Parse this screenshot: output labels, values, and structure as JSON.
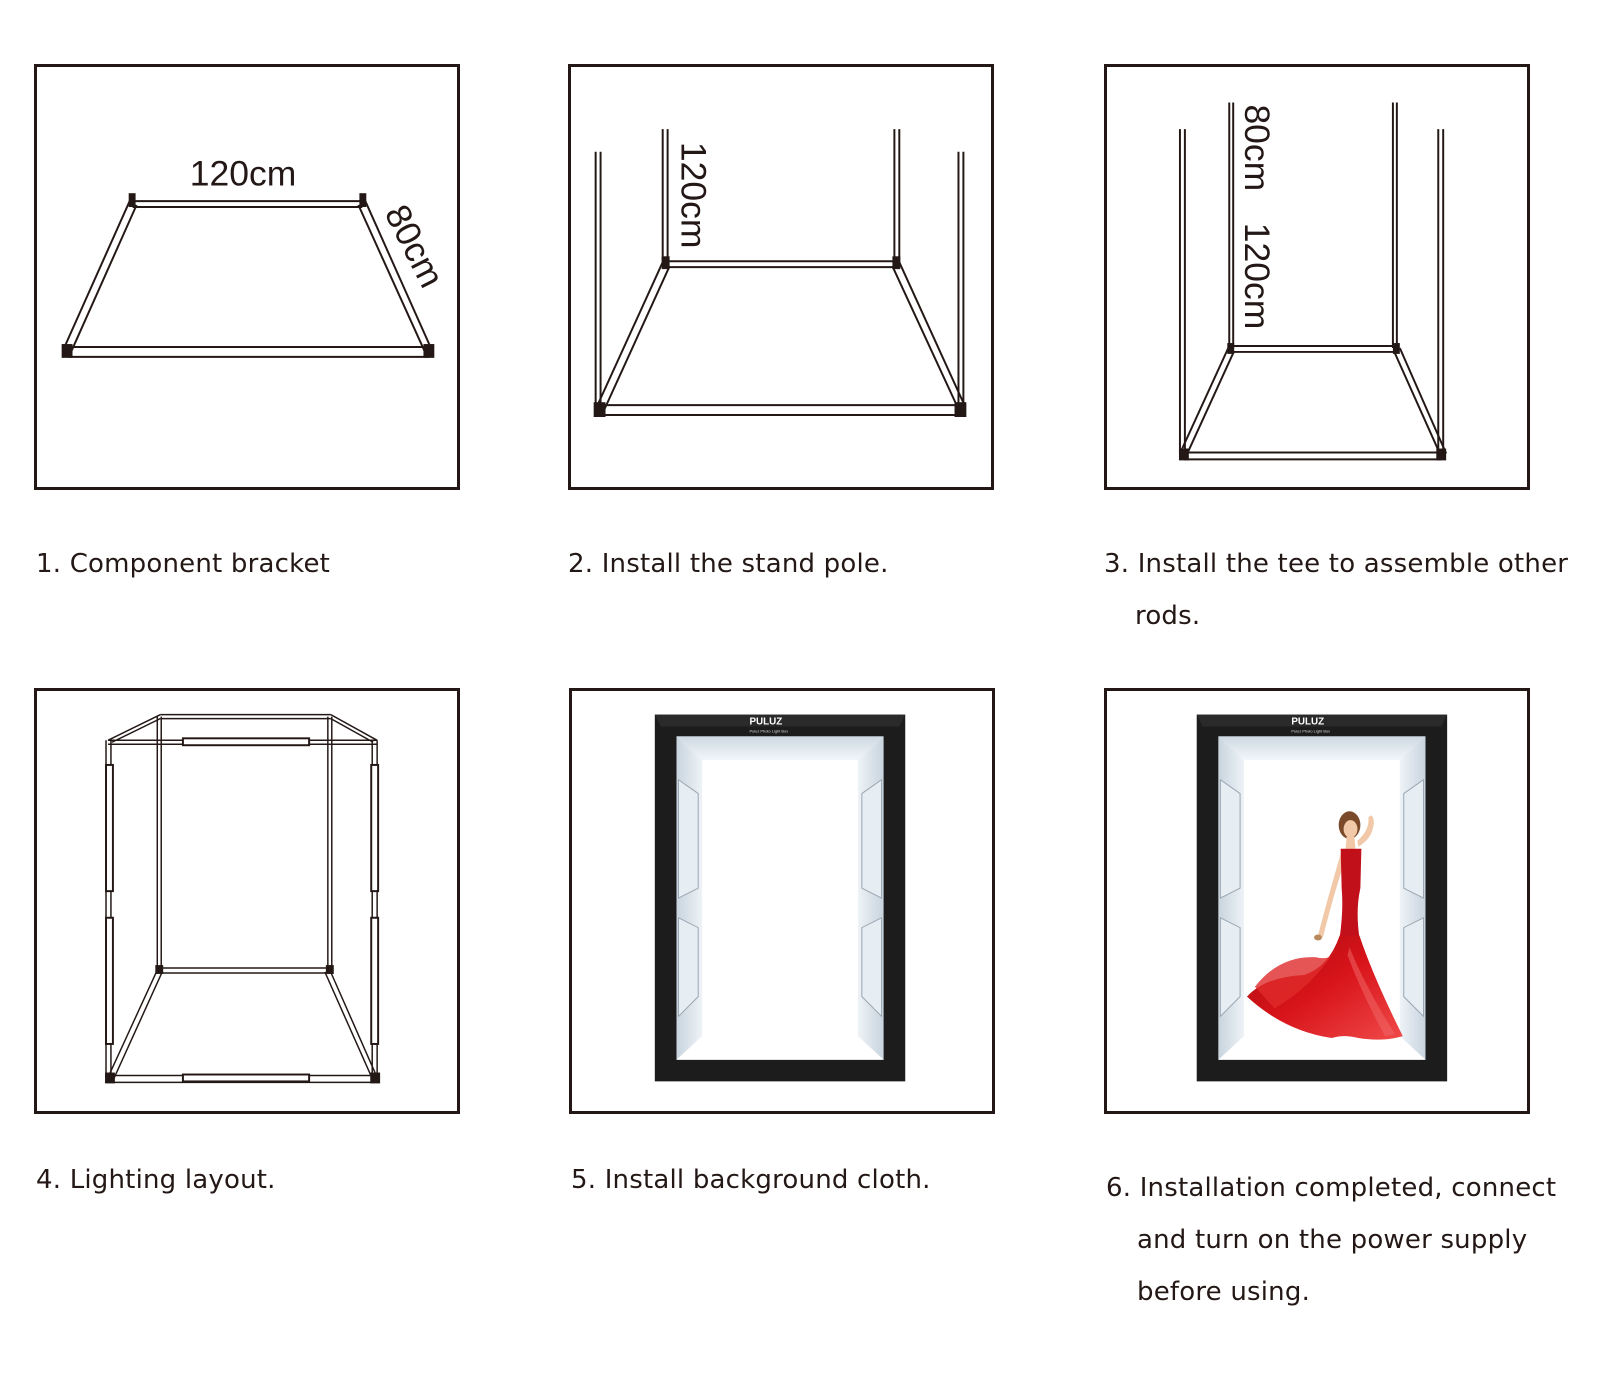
{
  "steps": [
    {
      "number": "1.",
      "lines": [
        "Component bracket"
      ]
    },
    {
      "number": "2.",
      "lines": [
        "Install the stand pole."
      ]
    },
    {
      "number": "3.",
      "lines": [
        "Install the tee to assemble other",
        "rods."
      ]
    },
    {
      "number": "4.",
      "lines": [
        "Lighting layout."
      ]
    },
    {
      "number": "5.",
      "lines": [
        "Install background cloth."
      ]
    },
    {
      "number": "6.",
      "lines": [
        "Installation completed, connect",
        "and turn on the power supply",
        "before using."
      ]
    }
  ],
  "dimensions": {
    "step1_width": "120cm",
    "step1_depth": "80cm",
    "step2_height": "120cm",
    "step3_depth": "80cm",
    "step3_height": "120cm"
  },
  "brand": {
    "logo": "PULUZ",
    "product": "Puluz Photo Light Box"
  },
  "colors": {
    "ink": "#231815",
    "dress": "#d8141a",
    "frame": "#1c1c1c"
  }
}
